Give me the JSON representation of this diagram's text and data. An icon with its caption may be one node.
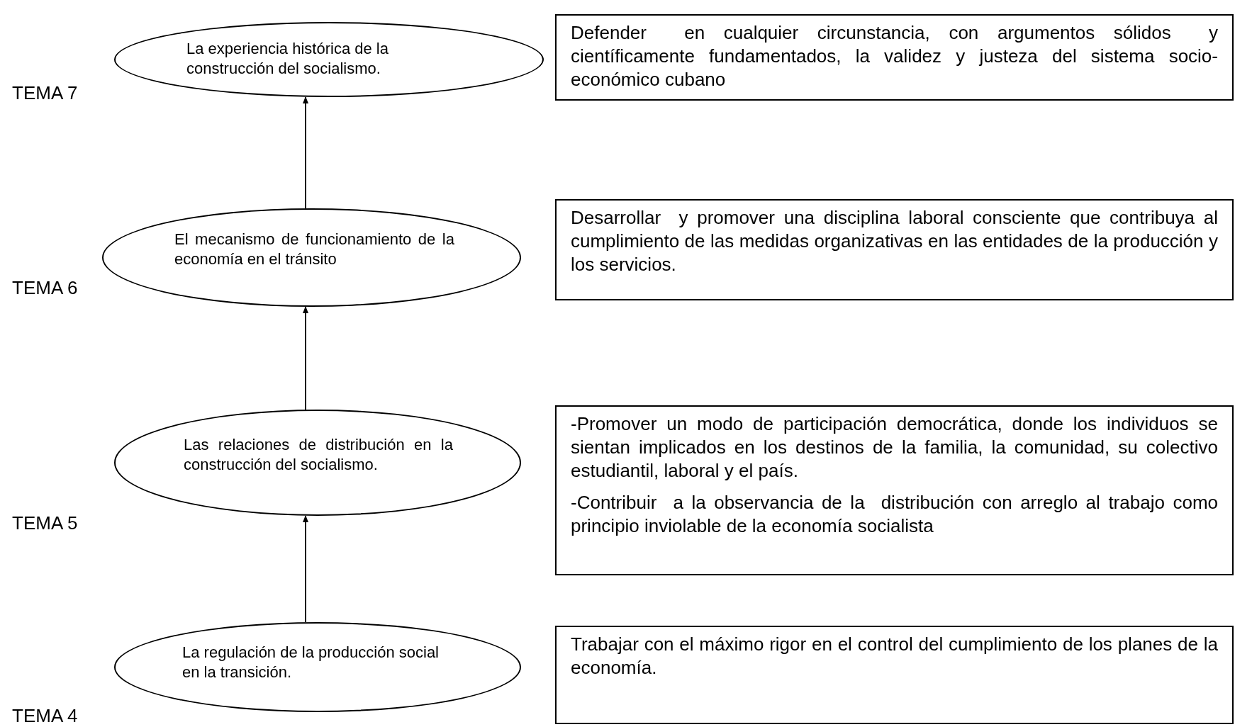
{
  "diagram": {
    "nodes": [
      {
        "text": [
          "La experiencia histórica de la construcción del socialismo."
        ],
        "beside": [
          "TEMA 7"
        ]
      },
      {
        "text": [
          "Defender  en cualquier circunstancia, con argumentos sólidos  y científicamente fundamentados, la validez y justeza del sistema socio-económico cubano"
        ]
      },
      {
        "text": [
          "El mecanismo de funcionamiento de la economía en el tránsito"
        ],
        "beside": [
          "TEMA 6"
        ]
      },
      {
        "text": [
          "Desarrollar  y promover una disciplina laboral consciente que contribuya al cumplimiento de las medidas organizativas en las entidades de la producción y los servicios."
        ]
      },
      {
        "text": [
          "Las relaciones de distribución en la construcción del socialismo."
        ],
        "beside": [
          "TEMA 5"
        ]
      },
      {
        "text": [
          "-Promover un modo de participación democrática, donde los individuos se sientan implicados en los destinos de la familia, la comunidad, su colectivo estudiantil, laboral y el país.",
          "-Contribuir  a la observancia de la  distribución con arreglo al trabajo como principio inviolable de la economía socialista"
        ]
      },
      {
        "text": [
          "La regulación de la producción social en la transición."
        ],
        "beside": [
          "TEMA 4"
        ]
      },
      {
        "text": [
          "Trabajar con el máximo rigor en el control del cumplimiento de los planes de la economía."
        ]
      }
    ],
    "edges": [
      {
        "from": 6,
        "to": 4,
        "arrow": "to"
      },
      {
        "from": 4,
        "to": 2,
        "arrow": "to"
      },
      {
        "from": 2,
        "to": 0,
        "arrow": "to"
      }
    ]
  }
}
